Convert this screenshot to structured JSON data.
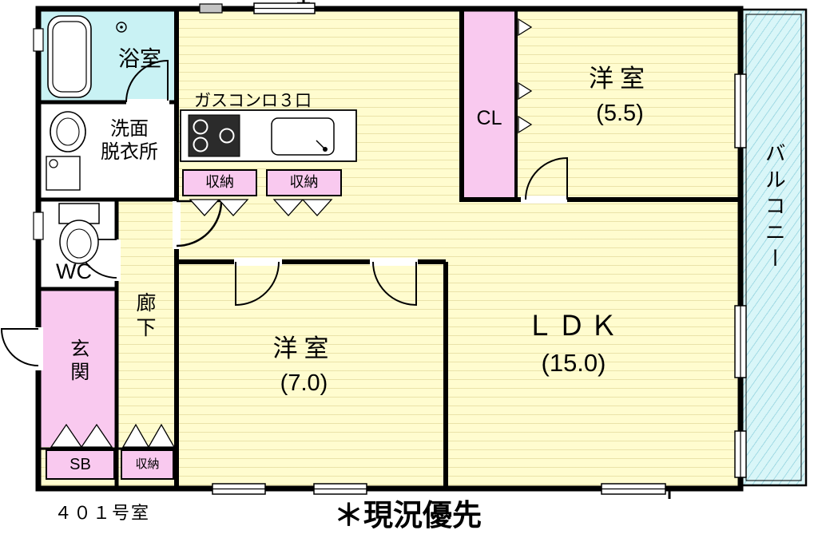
{
  "floor_plan": {
    "rooms": {
      "bath": "浴室",
      "washroom_line1": "洗面",
      "washroom_line2": "脱衣所",
      "wc": "WC",
      "corridor": "廊下",
      "entrance": "玄関",
      "shoe_box": "SB",
      "storage_corridor": "収納",
      "storage_kitchen_1": "収納",
      "storage_kitchen_2": "収納",
      "closet": "CL",
      "kitchen_note": "ガスコンロ３口",
      "bedroom_small_name": "洋室",
      "bedroom_small_size": "(5.5)",
      "ldk_name": "ＬＤＫ",
      "ldk_size": "(15.0)",
      "bedroom_main_name": "洋室",
      "bedroom_main_size": "(7.0)",
      "balcony": "バルコニー"
    },
    "footer": {
      "room_number": "４０１号室",
      "note": "＊現況優先"
    },
    "colors": {
      "room_yellow": "#FFFCCF",
      "room_pink": "#F9C9EF",
      "room_cyan": "#C9F2F4",
      "balcony_cyan": "#D9F6F8",
      "wall": "#000000"
    }
  }
}
